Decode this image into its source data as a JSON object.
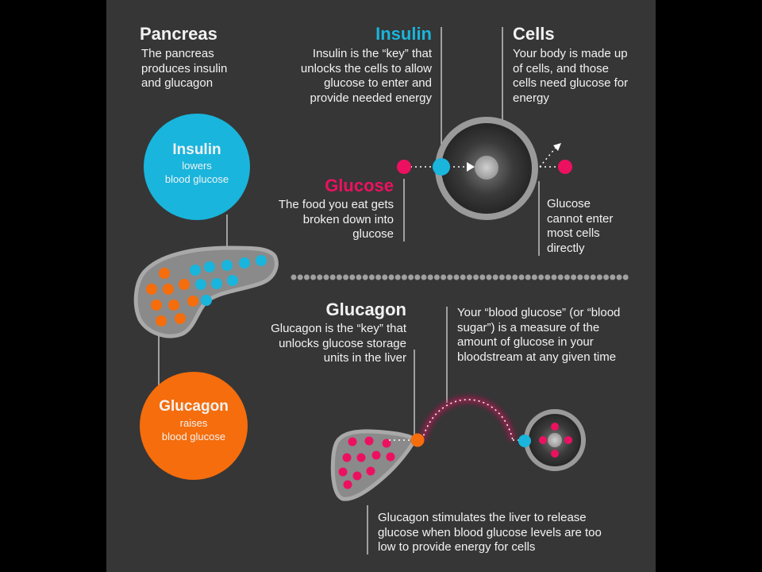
{
  "colors": {
    "background": "#000000",
    "panel": "#363636",
    "insulin": "#19b5dc",
    "glucagon": "#f56d0c",
    "glucose": "#ec1160",
    "text": "#f2f2f2"
  },
  "pancreas": {
    "title": "Pancreas",
    "body": "The pancreas produces insulin and glucagon"
  },
  "insulin_badge": {
    "title": "Insulin",
    "line1": "lowers",
    "line2": "blood glucose"
  },
  "glucagon_badge": {
    "title": "Glucagon",
    "line1": "raises",
    "line2": "blood glucose"
  },
  "insulin": {
    "title": "Insulin",
    "body": "Insulin is the “key” that unlocks the cells to allow glucose to enter and provide needed energy"
  },
  "cells": {
    "title": "Cells",
    "body": "Your body is made up of cells, and those cells need glucose for energy"
  },
  "glucose": {
    "title": "Glucose",
    "body": "The food you eat gets broken down into glucose"
  },
  "glucose_cannot_enter": {
    "body": "Glucose cannot enter most cells directly"
  },
  "glucagon": {
    "title": "Glucagon",
    "body": "Glucagon is the “key” that unlocks glucose storage units in the liver"
  },
  "blood_glucose": {
    "body": "Your “blood glucose” (or “blood sugar”) is a measure of the amount of glucose in your bloodstream at any given time"
  },
  "liver": {
    "body": "Glucagon stimulates the liver to release glucose when blood glucose levels are too low to provide energy for cells"
  }
}
